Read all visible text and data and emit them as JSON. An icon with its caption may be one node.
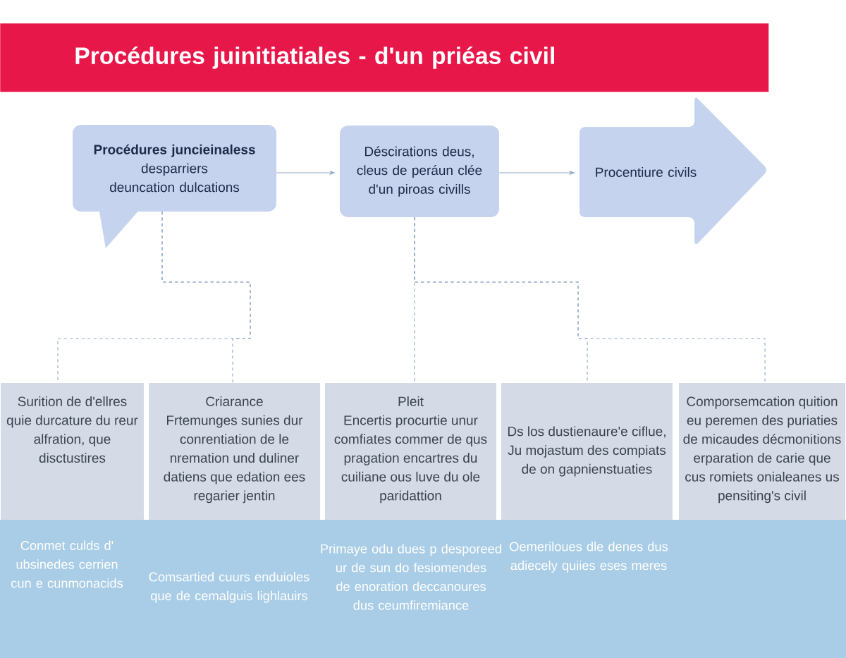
{
  "diagram": {
    "title": "Procédures juinitiatiales - d'un priéas civil",
    "nodes": [
      {
        "text": [
          "Procédures juncieinaless",
          "desparriers deuncation dulcations"
        ]
      },
      {
        "text": [
          "Déscirations deus, cleus de peráun clée d'un piroas civills"
        ]
      },
      {
        "text": [
          "Procentiure civils"
        ]
      },
      {
        "text": [
          "Surition de d'ellres quie durcature du reur alfration, que disctustires"
        ]
      },
      {
        "text": [
          "Criarance",
          "Frtemunges sunies dur conrentiation de le nremation und duliner datiens que edation ees regarier jentin"
        ]
      },
      {
        "text": [
          "Pleit",
          "Encertis procurtie unur comfiates commer de qus pragation encartres du cuiliane ous luve du ole paridattion"
        ]
      },
      {
        "text": [
          "Ds los dustienaure'e ciflue, Ju mojastum des compiats de on gapnienstuaties"
        ]
      },
      {
        "text": [
          "Comporsemcation quition",
          "eu peremen des puriaties de micaudes décmonitions erparation de carie que cus romiets onialeanes us pensiting's civil"
        ]
      }
    ],
    "edges": [
      {
        "from": 0,
        "to": 1,
        "arrow": "to"
      },
      {
        "from": 1,
        "to": 2,
        "arrow": "to"
      },
      {
        "from": 0,
        "to": 3,
        "arrow": "none",
        "style": "dashed"
      },
      {
        "from": 0,
        "to": 4,
        "arrow": "none",
        "style": "dashed"
      },
      {
        "from": 1,
        "to": 5,
        "arrow": "none",
        "style": "dashed"
      },
      {
        "from": 1,
        "to": 6,
        "arrow": "none",
        "style": "dashed"
      },
      {
        "from": 1,
        "to": 7,
        "arrow": "none",
        "style": "dashed"
      }
    ],
    "labels": [
      "Conmet culds d' ubsinedes cerrien cun e cunmonacids",
      "Comsartied cuurs enduioles que de cemalguis lighlauirs",
      "Primaye odu dues p desporeed ur de sun do fesiomendes de enoration deccanoures dus ceumfiremiance",
      "Oemeriloues dle denes dus adiecely quiies eses meres"
    ]
  }
}
